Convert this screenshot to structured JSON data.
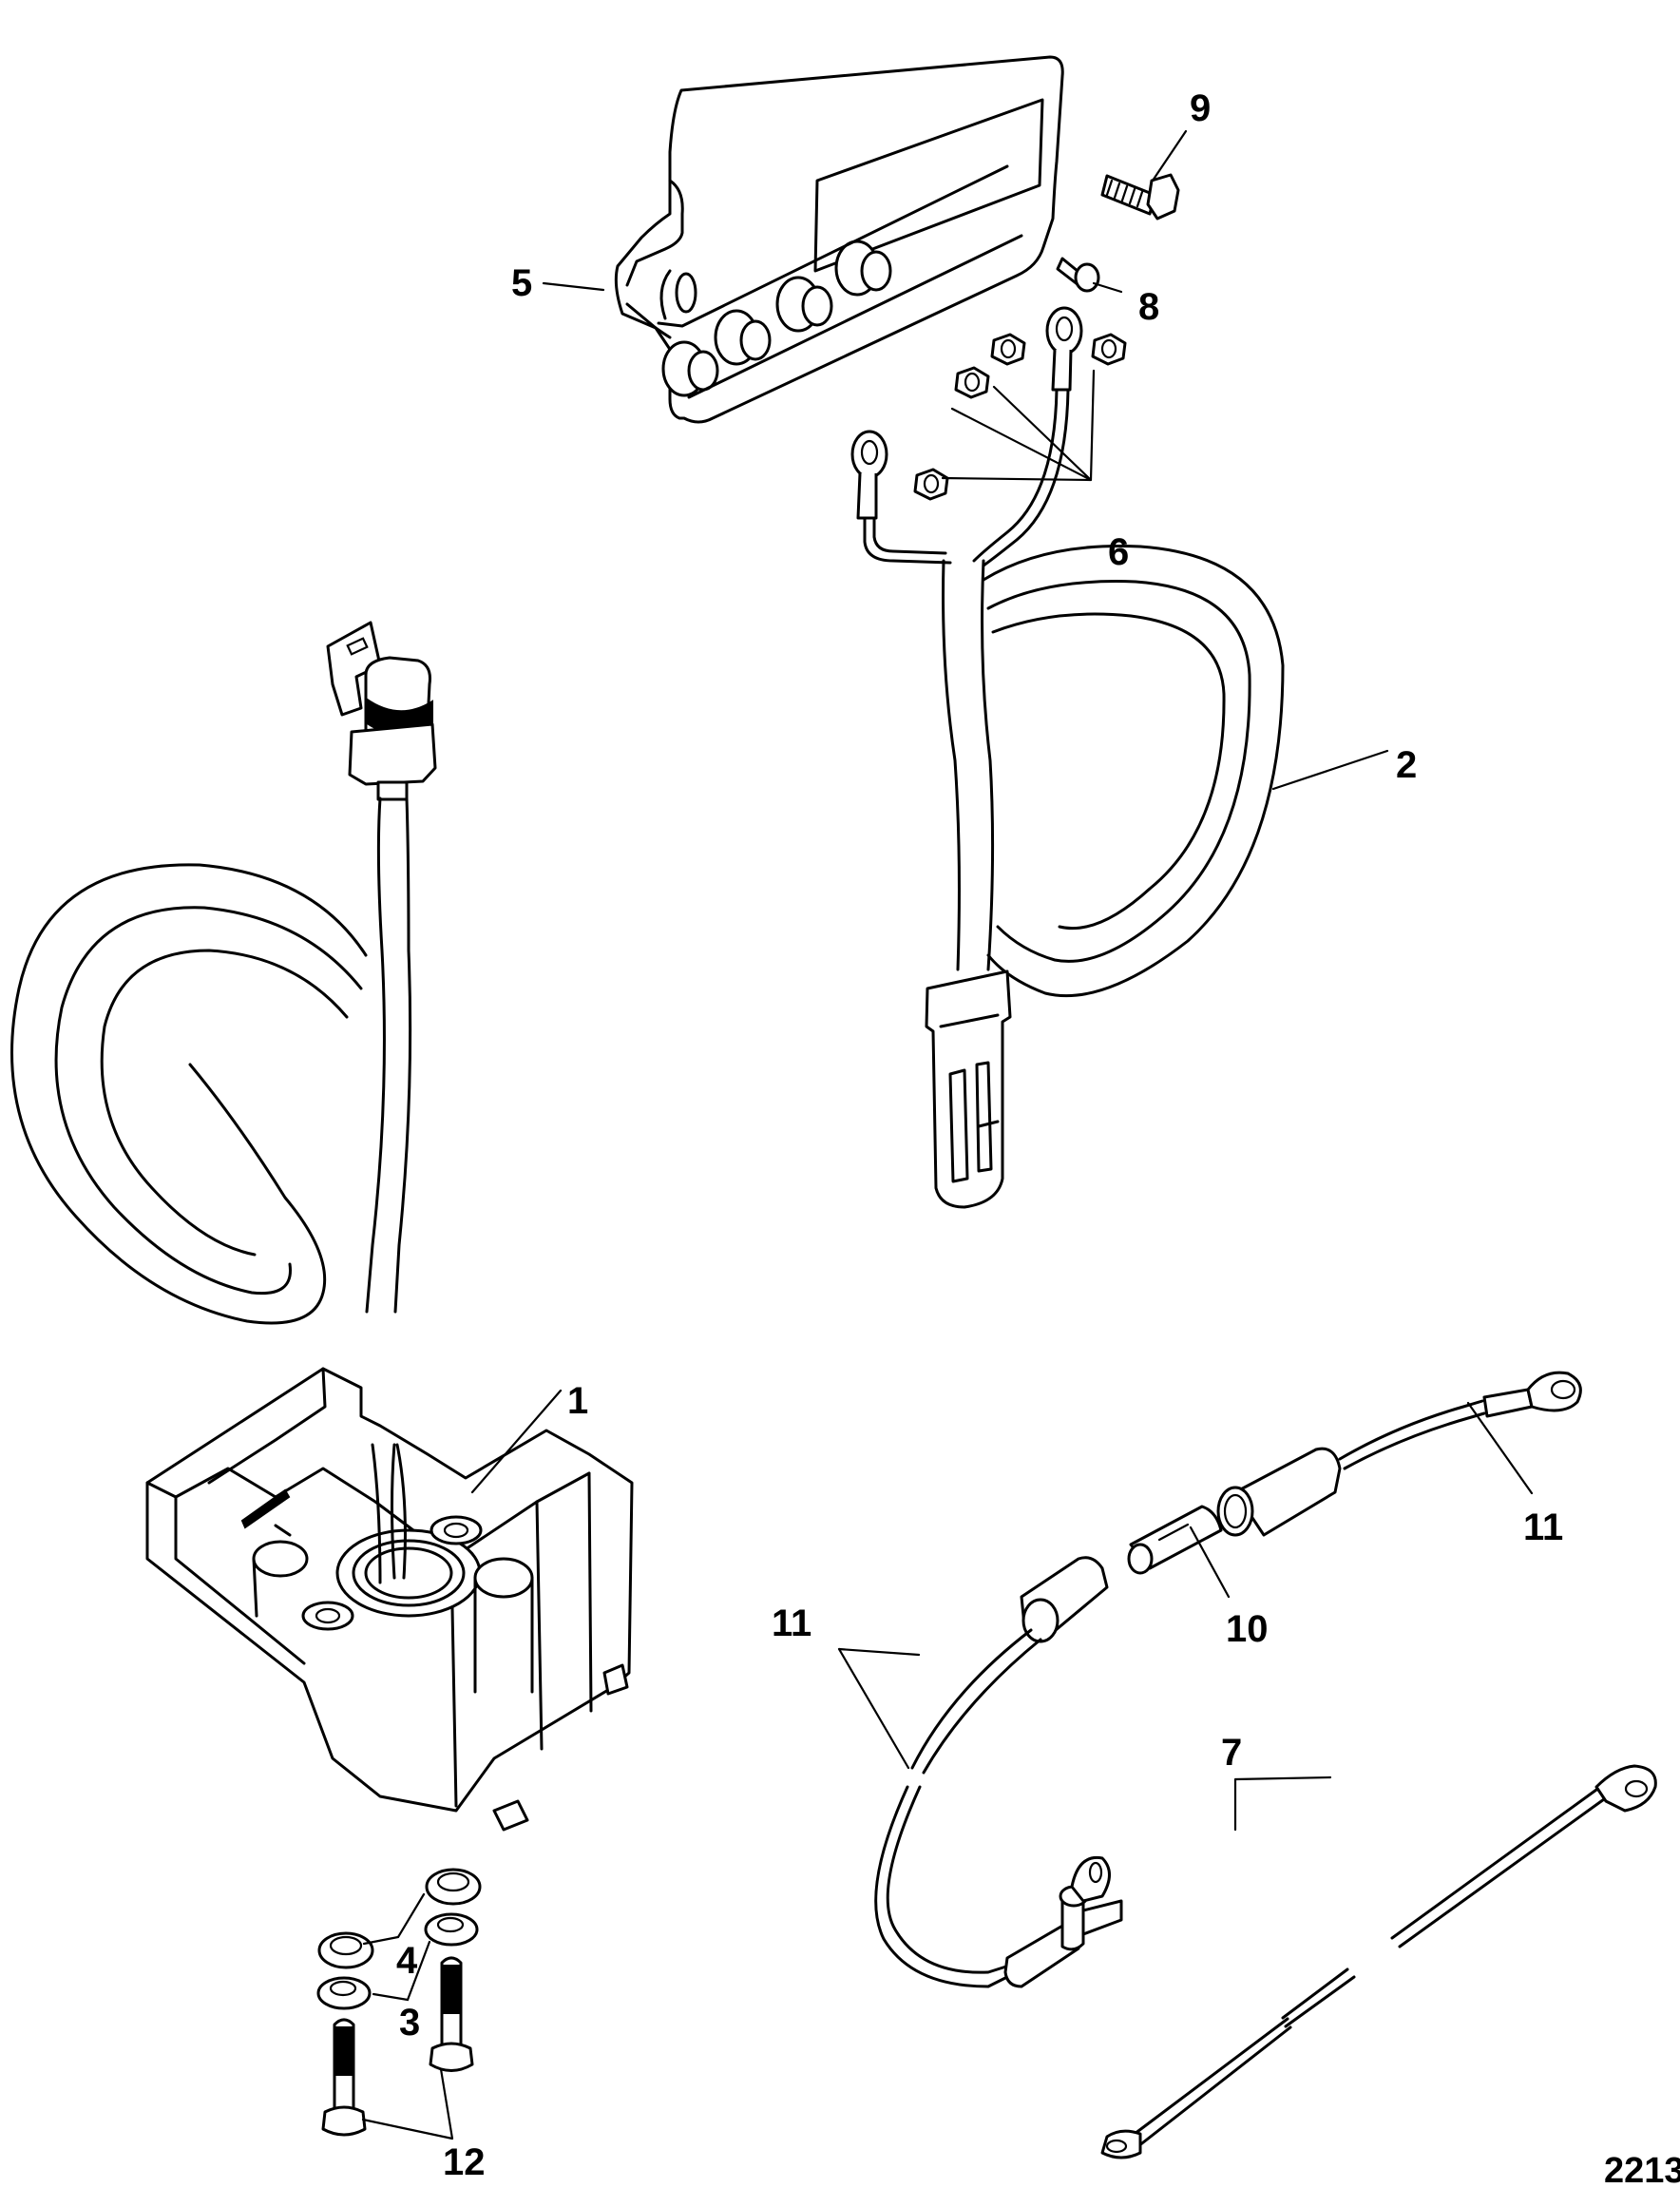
{
  "figure": {
    "type": "exploded parts diagram",
    "figure_number": "2213"
  },
  "callouts": [
    {
      "id": "1",
      "label": "1",
      "part": "mounting base with harness"
    },
    {
      "id": "2",
      "label": "2",
      "part": "wiring harness with connector"
    },
    {
      "id": "3",
      "label": "3",
      "part": "lock washer"
    },
    {
      "id": "4",
      "label": "4",
      "part": "flat washer"
    },
    {
      "id": "5",
      "label": "5",
      "part": "control module"
    },
    {
      "id": "6",
      "label": "6",
      "part": "hex nut"
    },
    {
      "id": "7",
      "label": "7",
      "part": "ground lead"
    },
    {
      "id": "8",
      "label": "8",
      "part": "screw"
    },
    {
      "id": "9",
      "label": "9",
      "part": "hex flange bolt"
    },
    {
      "id": "10",
      "label": "10",
      "part": "fuse"
    },
    {
      "id": "11a",
      "label": "11",
      "part": "fuse holder lead"
    },
    {
      "id": "11b",
      "label": "11",
      "part": "fuse holder lead"
    },
    {
      "id": "12",
      "label": "12",
      "part": "bolt"
    }
  ],
  "colors": {
    "line": "#000000",
    "background": "#ffffff"
  }
}
